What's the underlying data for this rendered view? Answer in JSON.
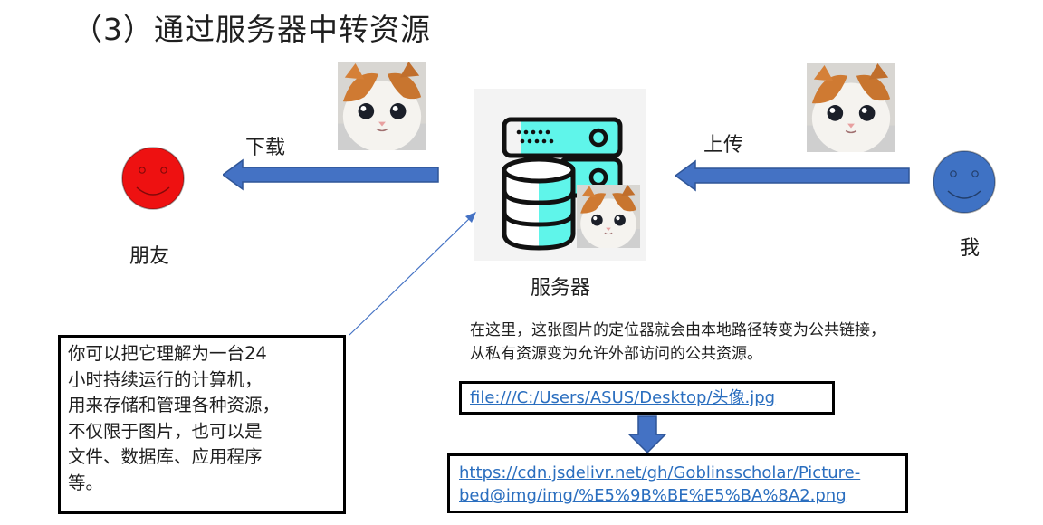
{
  "title": "（3）通过服务器中转资源",
  "friend": {
    "label": "朋友",
    "face_color": "#ee1111"
  },
  "me": {
    "label": "我",
    "face_color": "#3f72c4"
  },
  "server": {
    "label": "服务器",
    "accent_color": "#5ff5ea"
  },
  "download_label": "下载",
  "upload_label": "上传",
  "arrow_color": "#4472c4",
  "caption_lines": [
    "在这里，这张图片的定位器就会由本地路径转变为公共链接，",
    "从私有资源变为允许外部访问的公共资源。"
  ],
  "local_path": "file:///C:/Users/ASUS/Desktop/头像.jpg",
  "public_url_lines": [
    "https://cdn.jsdelivr.net/gh/Goblinsscholar/Picture-",
    "bed@img/img/%E5%9B%BE%E5%BA%8A2.png"
  ],
  "note_lines": [
    "你可以把它理解为一台24",
    "小时持续运行的计算机，",
    "用来存储和管理各种资源，",
    "不仅限于图片，也可以是",
    "文件、数据库、应用程序",
    "等。"
  ]
}
